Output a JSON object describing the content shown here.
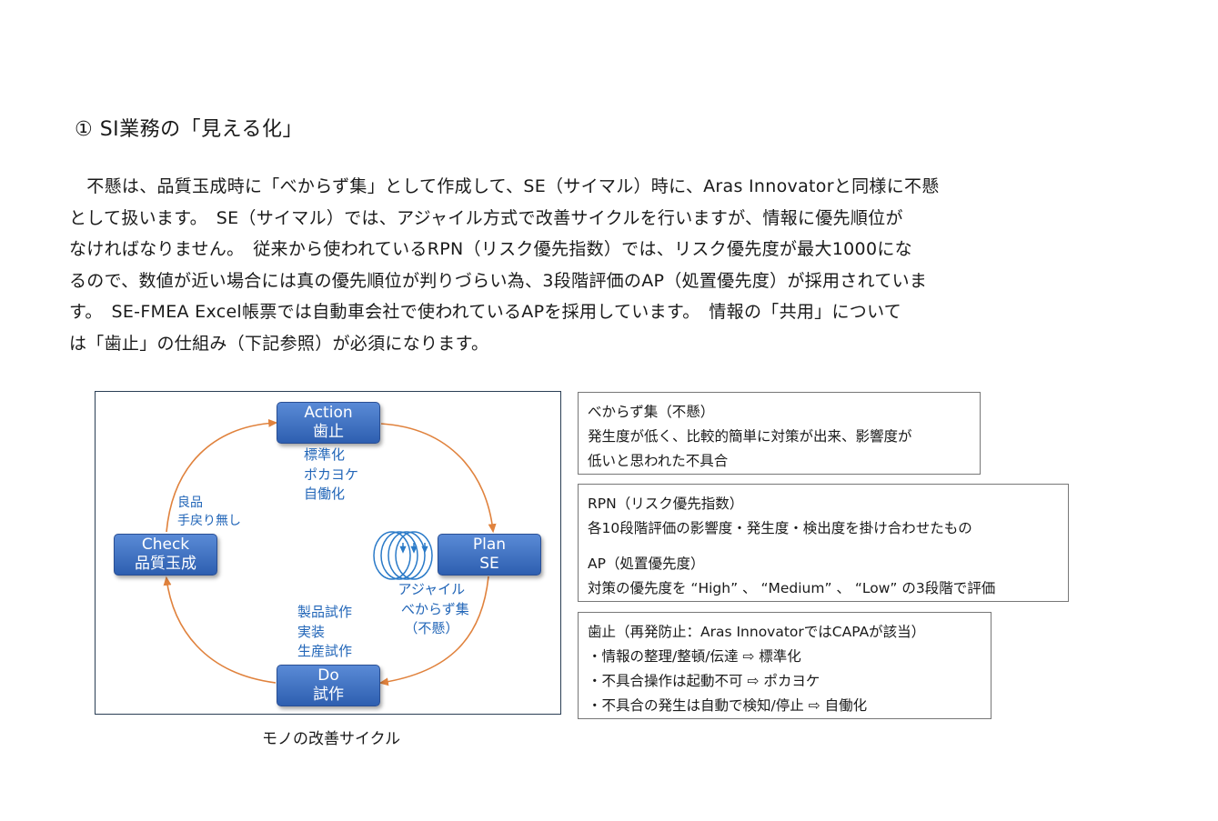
{
  "heading": "① SI業務の「見える化」",
  "paragraph_lines": [
    "　不懸は、品質玉成時に「べからず集」として作成して、SE（サイマル）時に、Aras Innovatorと同様に不懸",
    "として扱います。　SE（サイマル）では、アジャイル方式で改善サイクルを行いますが、情報に優先順位が",
    "なければなりません。　従来から使われているRPN（リスク優先指数）では、リスク優先度が最大1000にな",
    "るので、数値が近い場合には真の優先順位が判りづらい為、3段階評価のAP（処置優先度）が採用されていま",
    "す。　SE-FMEA Excel帳票では自動車会社で使われているAPを採用しています。　情報の「共用」について",
    "は「歯止」の仕組み（下記参照）が必須になります。"
  ],
  "cycle": {
    "action": {
      "line1": "Action",
      "line2": "歯止"
    },
    "action_notes": [
      "標準化",
      "ポカヨケ",
      "自働化"
    ],
    "plan": {
      "line1": "Plan",
      "line2": "SE"
    },
    "plan_notes": [
      "アジャイル",
      "べからず集",
      "（不懸）"
    ],
    "do": {
      "line1": "Do",
      "line2": "試作"
    },
    "do_notes": [
      "製品試作",
      "実装",
      "生産試作"
    ],
    "check": {
      "line1": "Check",
      "line2": "品質玉成"
    },
    "check_notes": [
      "良品",
      "手戻り無し"
    ],
    "caption": "モノの改善サイクル",
    "colors": {
      "arrow": "#e0823d",
      "node": "#3b6cc0",
      "note": "#2266b8",
      "spiral": "#2a7ac8"
    }
  },
  "box1": {
    "title": "べからず集（不懸）",
    "lines": [
      "発生度が低く、比較的簡単に対策が出来、影響度が",
      "低いと思われた不具合"
    ]
  },
  "box2": {
    "title": "RPN（リスク優先指数）",
    "line1": "各10段階評価の影響度・発生度・検出度を掛け合わせたもの",
    "title2": "AP（処置優先度）",
    "line2": "対策の優先度を “High” 、 “Medium” 、 “Low” の3段階で評価"
  },
  "box3": {
    "title": "歯止（再発防止：Aras InnovatorではCAPAが該当）",
    "lines": [
      "・情報の整理/整頓/伝達 ⇨ 標準化",
      "・不具合操作は起動不可 ⇨ ポカヨケ",
      "・不具合の発生は自動で検知/停止 ⇨ 自働化"
    ]
  }
}
